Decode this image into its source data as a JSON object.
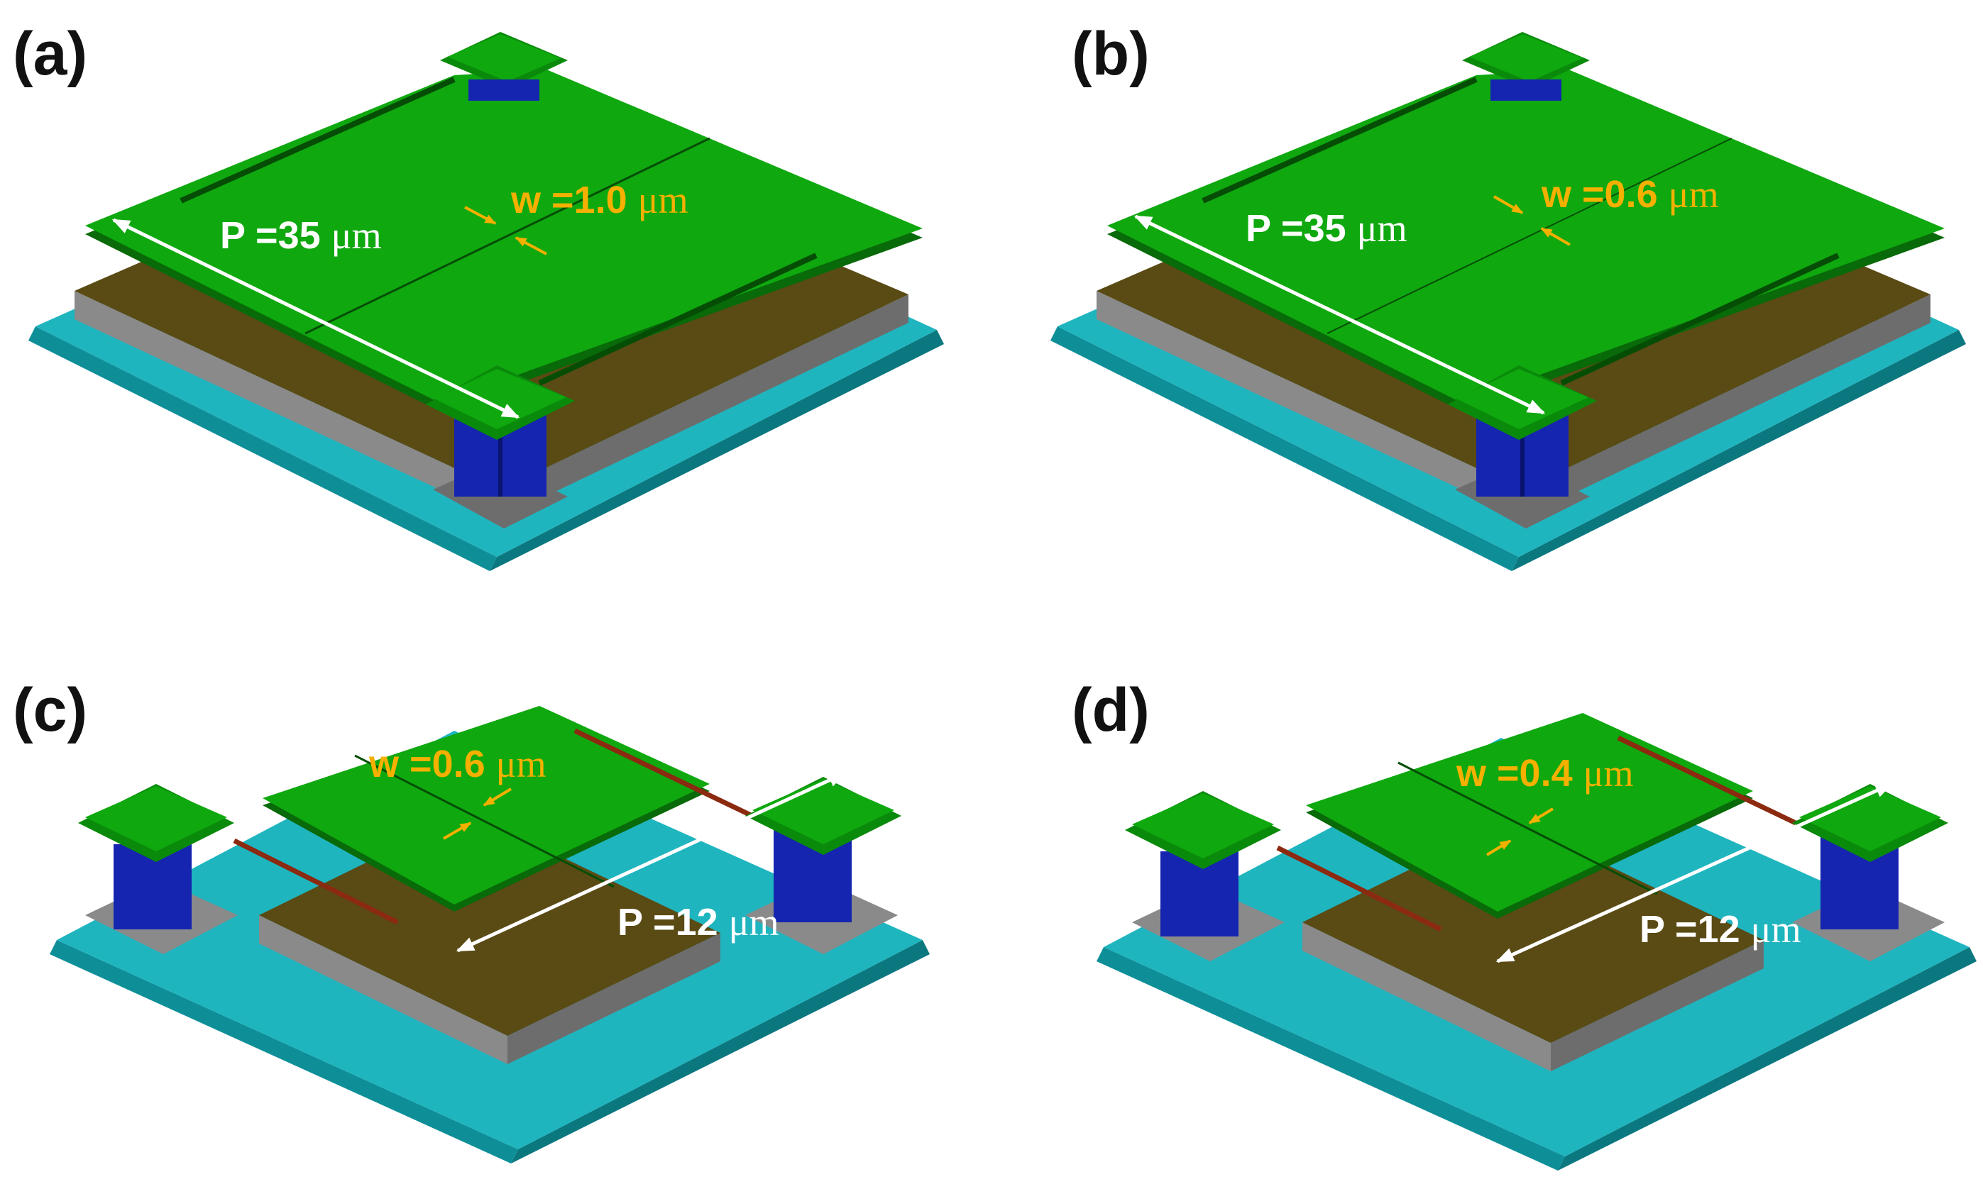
{
  "colors": {
    "substrate_top": "#1fb5bf",
    "substrate_side": "#0e8f98",
    "oxide_top": "#5a4a14",
    "oxide_side": "#7a7a7a",
    "membrane_top": "#0fa80f",
    "membrane_edge": "#086a08",
    "post": "#1525b0",
    "dimension_white": "#ffffff",
    "dimension_orange": "#f5b000",
    "label_text": "#111111"
  },
  "panels": [
    {
      "label": "(a)",
      "pitch": "P =35 ",
      "pitch_unit": "μm",
      "width": "w =1.0 ",
      "width_unit": "μm"
    },
    {
      "label": "(b)",
      "pitch": "P =35 ",
      "pitch_unit": "μm",
      "width": "w =0.6 ",
      "width_unit": "μm"
    },
    {
      "label": "(c)",
      "pitch": "P =12 ",
      "pitch_unit": "μm",
      "width": "w =0.6 ",
      "width_unit": "μm"
    },
    {
      "label": "(d)",
      "pitch": "P =12 ",
      "pitch_unit": "μm",
      "width": "w =0.4 ",
      "width_unit": "μm"
    }
  ]
}
